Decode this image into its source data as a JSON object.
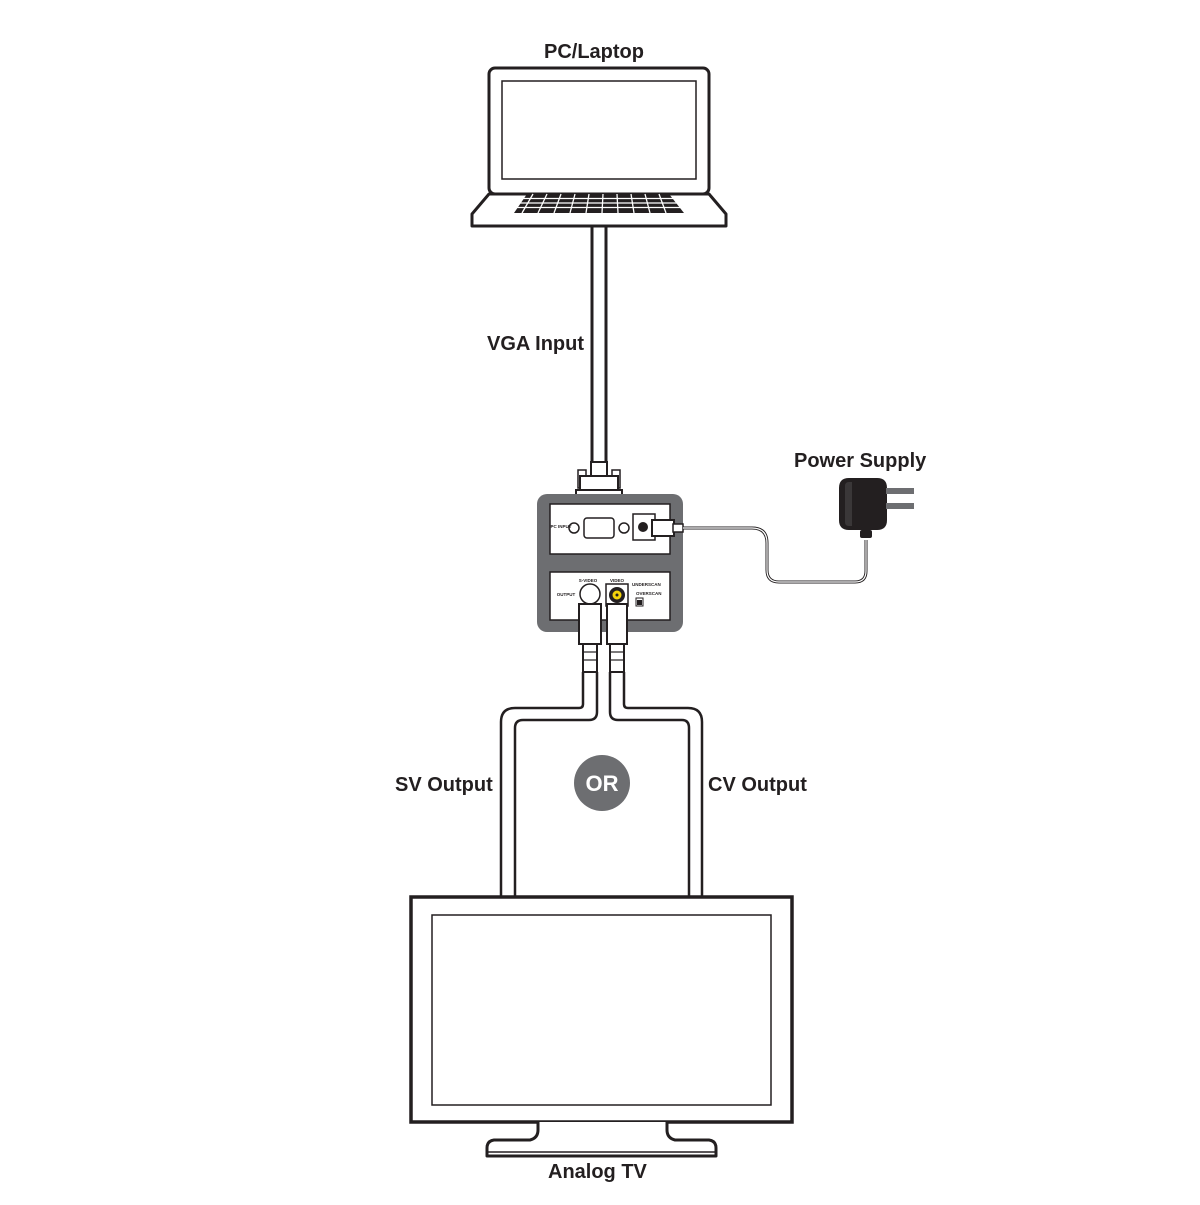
{
  "labels": {
    "pc": "PC/Laptop",
    "vga": "VGA Input",
    "power": "Power Supply",
    "sv": "SV Output",
    "cv": "CV Output",
    "or": "OR",
    "tv": "Analog TV"
  },
  "device": {
    "pc_input": "PC INPUT",
    "output": "OUTPUT",
    "svideo": "S-VIDEO",
    "video": "VIDEO",
    "underscan": "UNDERSCAN",
    "overscan": "OVERSCAN"
  },
  "colors": {
    "ink": "#231f20",
    "device_body": "#6d6e71",
    "or_badge": "#6d6e71"
  }
}
